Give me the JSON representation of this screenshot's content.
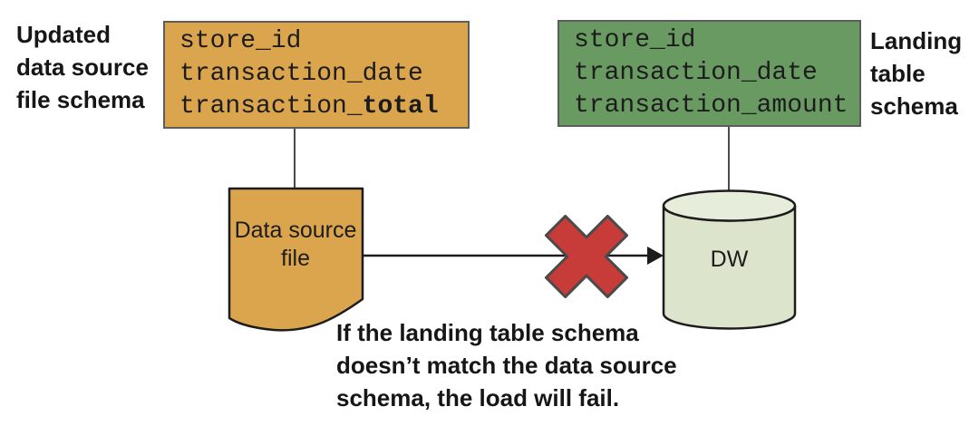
{
  "diagram": {
    "source_label": {
      "l1": "Updated",
      "l2": "data source",
      "l3": "file schema"
    },
    "landing_label": {
      "l1": "Landing",
      "l2": "table",
      "l3": "schema"
    },
    "source_box": {
      "line1": "store_id",
      "line2": "transaction_date",
      "line3_regular": "transaction_",
      "line3_bold": "total"
    },
    "landing_box": {
      "line1": "store_id",
      "line2": "transaction_date",
      "line3": "transaction_amount"
    },
    "file_shape": {
      "l1": "Data source",
      "l2": "file"
    },
    "dw_shape": {
      "label": "DW"
    },
    "caption": {
      "l1": "If the landing table schema",
      "l2": "doesn’t match the data source",
      "l3": "schema, the load will fail."
    },
    "icons": {
      "document_shape": "document-shape",
      "database_cylinder": "database-cylinder-icon",
      "fail_x": "fail-x-icon",
      "arrow": "arrow-right-icon"
    },
    "colors": {
      "source_box_fill": "#DBA54E",
      "landing_box_fill": "#699A62",
      "cylinder_body_fill": "#DCE5CB",
      "cylinder_top_fill": "#E7EDDB",
      "fail_x_fill": "#C73B38",
      "stroke": "#1c1c1c",
      "box_border": "#5d5d5d",
      "background": "#FFFFFF"
    }
  }
}
